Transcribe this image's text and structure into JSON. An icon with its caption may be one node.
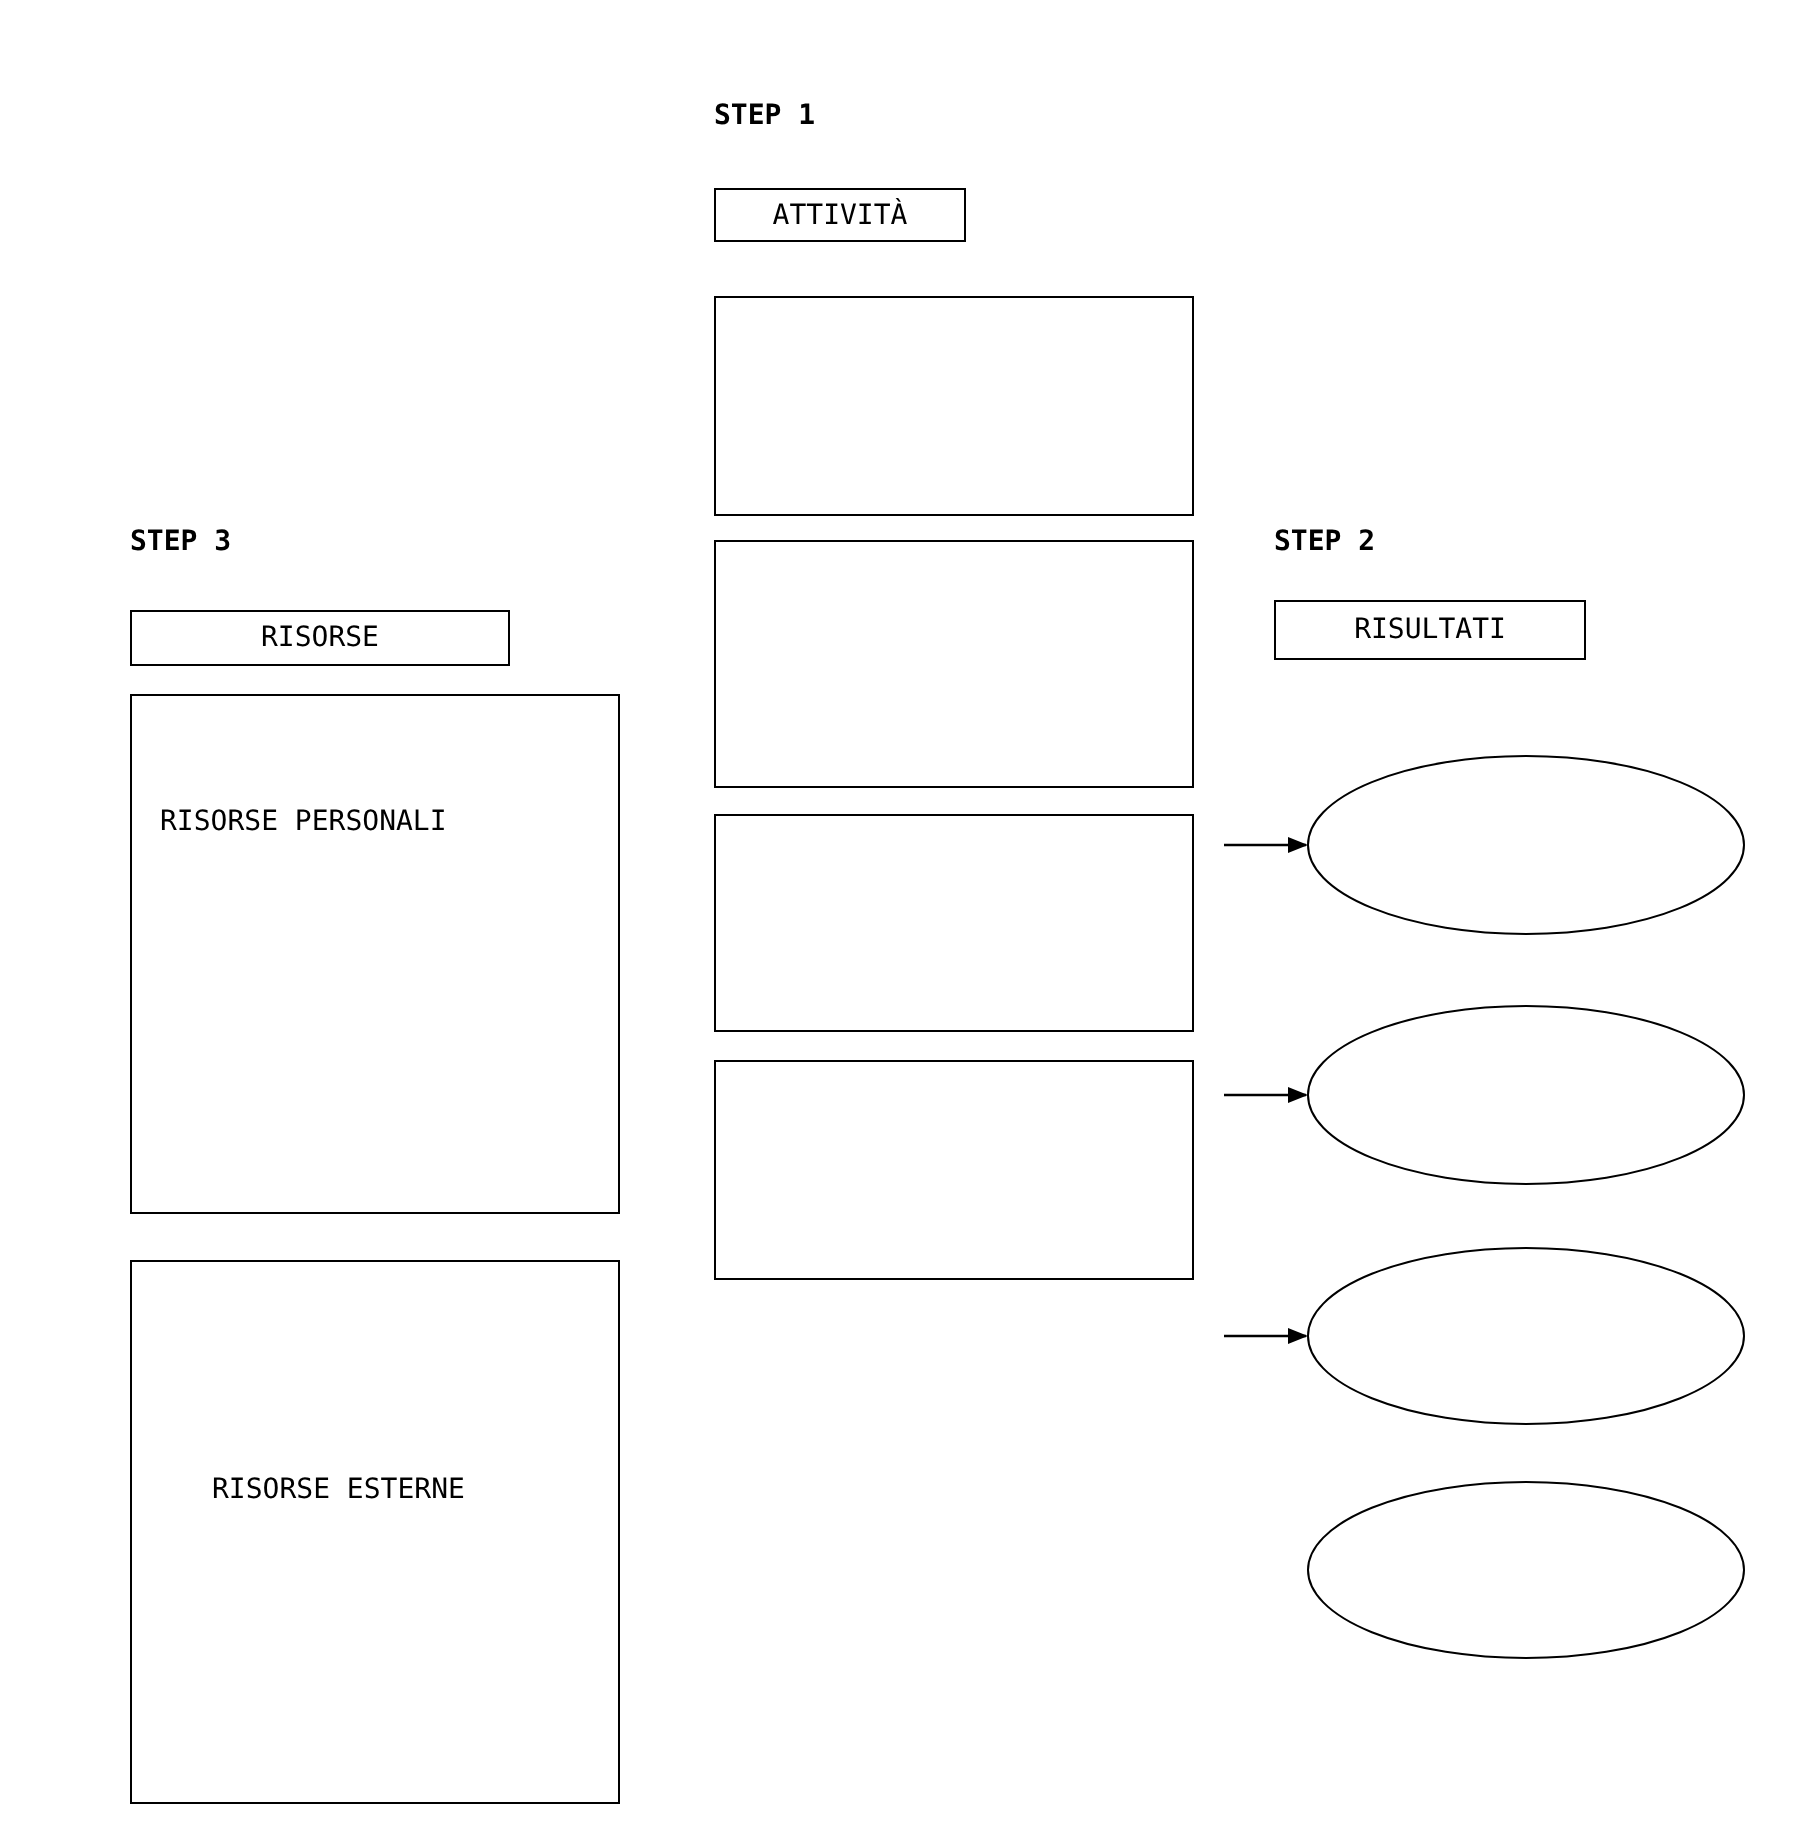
{
  "diagram": {
    "nodes": [
      {
        "text": [
          "ATTIVITÀ"
        ]
      },
      {
        "text": [],
        "shape": "box"
      },
      {
        "text": [],
        "shape": "box"
      },
      {
        "text": [],
        "shape": "box"
      },
      {
        "text": [],
        "shape": "box"
      },
      {
        "text": [
          "RISULTATI"
        ]
      },
      {
        "text": [],
        "shape": "ellipse"
      },
      {
        "text": [],
        "shape": "ellipse"
      },
      {
        "text": [],
        "shape": "ellipse"
      },
      {
        "text": [],
        "shape": "ellipse"
      },
      {
        "text": [
          "RISORSE"
        ]
      },
      {
        "text": [
          "RISORSE PERSONALI"
        ]
      },
      {
        "text": [
          "RISORSE ESTERNE"
        ]
      }
    ],
    "edges": [
      {
        "from": null,
        "to": 6,
        "arrow": "to"
      },
      {
        "from": null,
        "to": 7,
        "arrow": "to"
      },
      {
        "from": null,
        "to": 8,
        "arrow": "to"
      }
    ],
    "labels": [
      "STEP 1",
      "STEP 3",
      "STEP 2"
    ]
  }
}
